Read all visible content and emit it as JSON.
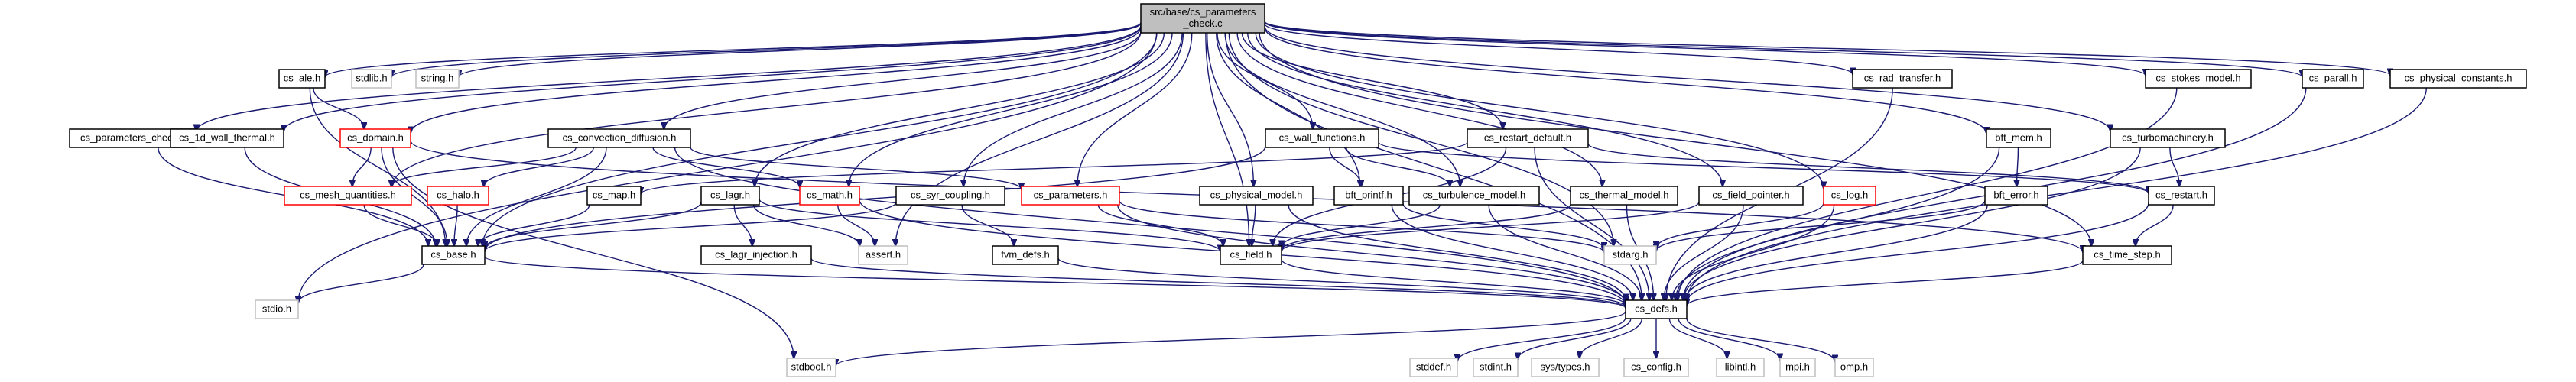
{
  "colors": {
    "edge": "#191970",
    "box_border_normal": "#000000",
    "box_border_red": "#ff0000",
    "box_border_system": "#bfbfbf",
    "box_fill": "#ffffff",
    "box_fill_root": "#bfbfbf",
    "text": "#000000"
  },
  "nodes": [
    {
      "id": "root",
      "label": "src/base/cs_parameters\n_check.c",
      "kind": "root"
    },
    {
      "id": "ale",
      "label": "cs_ale.h",
      "kind": "normal"
    },
    {
      "id": "stdlib",
      "label": "stdlib.h",
      "kind": "system"
    },
    {
      "id": "string",
      "label": "string.h",
      "kind": "system"
    },
    {
      "id": "param_check",
      "label": "cs_parameters_check.h",
      "kind": "normal"
    },
    {
      "id": "wall_thermal",
      "label": "cs_1d_wall_thermal.h",
      "kind": "normal"
    },
    {
      "id": "domain",
      "label": "cs_domain.h",
      "kind": "red"
    },
    {
      "id": "conv_diff",
      "label": "cs_convection_diffusion.h",
      "kind": "normal"
    },
    {
      "id": "wall_func",
      "label": "cs_wall_functions.h",
      "kind": "normal"
    },
    {
      "id": "restart_def",
      "label": "cs_restart_default.h",
      "kind": "normal"
    },
    {
      "id": "rad_transfer",
      "label": "cs_rad_transfer.h",
      "kind": "normal"
    },
    {
      "id": "bft_mem",
      "label": "bft_mem.h",
      "kind": "normal"
    },
    {
      "id": "turbomach",
      "label": "cs_turbomachinery.h",
      "kind": "normal"
    },
    {
      "id": "stokes",
      "label": "cs_stokes_model.h",
      "kind": "normal"
    },
    {
      "id": "parall",
      "label": "cs_parall.h",
      "kind": "normal"
    },
    {
      "id": "phys_const",
      "label": "cs_physical_constants.h",
      "kind": "normal"
    },
    {
      "id": "mesh_q",
      "label": "cs_mesh_quantities.h",
      "kind": "red"
    },
    {
      "id": "halo",
      "label": "cs_halo.h",
      "kind": "red"
    },
    {
      "id": "map",
      "label": "cs_map.h",
      "kind": "normal"
    },
    {
      "id": "lagr",
      "label": "cs_lagr.h",
      "kind": "normal"
    },
    {
      "id": "math",
      "label": "cs_math.h",
      "kind": "red"
    },
    {
      "id": "syr_coupling",
      "label": "cs_syr_coupling.h",
      "kind": "normal"
    },
    {
      "id": "parameters",
      "label": "cs_parameters.h",
      "kind": "red"
    },
    {
      "id": "phys_model",
      "label": "cs_physical_model.h",
      "kind": "normal"
    },
    {
      "id": "bft_printf",
      "label": "bft_printf.h",
      "kind": "normal"
    },
    {
      "id": "turb_model",
      "label": "cs_turbulence_model.h",
      "kind": "normal"
    },
    {
      "id": "thermal_model",
      "label": "cs_thermal_model.h",
      "kind": "normal"
    },
    {
      "id": "field_ptr",
      "label": "cs_field_pointer.h",
      "kind": "normal"
    },
    {
      "id": "log",
      "label": "cs_log.h",
      "kind": "red"
    },
    {
      "id": "bft_error",
      "label": "bft_error.h",
      "kind": "normal"
    },
    {
      "id": "restart",
      "label": "cs_restart.h",
      "kind": "normal"
    },
    {
      "id": "base",
      "label": "cs_base.h",
      "kind": "normal"
    },
    {
      "id": "lagr_inj",
      "label": "cs_lagr_injection.h",
      "kind": "normal"
    },
    {
      "id": "assert",
      "label": "assert.h",
      "kind": "system"
    },
    {
      "id": "fvm_defs",
      "label": "fvm_defs.h",
      "kind": "normal"
    },
    {
      "id": "field",
      "label": "cs_field.h",
      "kind": "normal"
    },
    {
      "id": "stdarg",
      "label": "stdarg.h",
      "kind": "system"
    },
    {
      "id": "time_step",
      "label": "cs_time_step.h",
      "kind": "normal"
    },
    {
      "id": "stdio",
      "label": "stdio.h",
      "kind": "system"
    },
    {
      "id": "defs",
      "label": "cs_defs.h",
      "kind": "normal"
    },
    {
      "id": "stdbool",
      "label": "stdbool.h",
      "kind": "system"
    },
    {
      "id": "stddef",
      "label": "stddef.h",
      "kind": "system"
    },
    {
      "id": "stdint",
      "label": "stdint.h",
      "kind": "system"
    },
    {
      "id": "systypes",
      "label": "sys/types.h",
      "kind": "system"
    },
    {
      "id": "config",
      "label": "cs_config.h",
      "kind": "system"
    },
    {
      "id": "libintl",
      "label": "libintl.h",
      "kind": "system"
    },
    {
      "id": "mpi",
      "label": "mpi.h",
      "kind": "system"
    },
    {
      "id": "omp",
      "label": "omp.h",
      "kind": "system"
    }
  ],
  "edges": [
    [
      "root",
      "ale"
    ],
    [
      "root",
      "stdlib"
    ],
    [
      "root",
      "string"
    ],
    [
      "root",
      "param_check"
    ],
    [
      "root",
      "wall_thermal"
    ],
    [
      "root",
      "domain"
    ],
    [
      "root",
      "conv_diff"
    ],
    [
      "root",
      "wall_func"
    ],
    [
      "root",
      "restart_def"
    ],
    [
      "root",
      "rad_transfer"
    ],
    [
      "root",
      "bft_mem"
    ],
    [
      "root",
      "turbomach"
    ],
    [
      "root",
      "stokes"
    ],
    [
      "root",
      "parall"
    ],
    [
      "root",
      "phys_const"
    ],
    [
      "root",
      "mesh_q"
    ],
    [
      "root",
      "lagr"
    ],
    [
      "root",
      "math"
    ],
    [
      "root",
      "syr_coupling"
    ],
    [
      "root",
      "parameters"
    ],
    [
      "root",
      "phys_model"
    ],
    [
      "root",
      "bft_printf"
    ],
    [
      "root",
      "turb_model"
    ],
    [
      "root",
      "thermal_model"
    ],
    [
      "root",
      "field_ptr"
    ],
    [
      "root",
      "log"
    ],
    [
      "root",
      "base"
    ],
    [
      "root",
      "assert"
    ],
    [
      "root",
      "field"
    ],
    [
      "root",
      "stdarg"
    ],
    [
      "root",
      "time_step"
    ],
    [
      "root",
      "stdio"
    ],
    [
      "root",
      "defs"
    ],
    [
      "ale",
      "domain"
    ],
    [
      "ale",
      "base"
    ],
    [
      "param_check",
      "base"
    ],
    [
      "wall_thermal",
      "base"
    ],
    [
      "domain",
      "mesh_q"
    ],
    [
      "domain",
      "base"
    ],
    [
      "domain",
      "stdbool"
    ],
    [
      "domain",
      "time_step"
    ],
    [
      "conv_diff",
      "halo"
    ],
    [
      "conv_diff",
      "mesh_q"
    ],
    [
      "conv_diff",
      "math"
    ],
    [
      "conv_diff",
      "parameters"
    ],
    [
      "conv_diff",
      "base"
    ],
    [
      "conv_diff",
      "defs"
    ],
    [
      "wall_func",
      "base"
    ],
    [
      "wall_func",
      "bft_printf"
    ],
    [
      "wall_func",
      "turb_model"
    ],
    [
      "wall_func",
      "restart"
    ],
    [
      "restart_def",
      "map"
    ],
    [
      "restart_def",
      "field"
    ],
    [
      "restart_def",
      "defs"
    ],
    [
      "restart_def",
      "restart"
    ],
    [
      "rad_transfer",
      "defs"
    ],
    [
      "bft_mem",
      "bft_error"
    ],
    [
      "bft_mem",
      "defs"
    ],
    [
      "turbomach",
      "restart"
    ],
    [
      "turbomach",
      "defs"
    ],
    [
      "stokes",
      "defs"
    ],
    [
      "parall",
      "defs"
    ],
    [
      "phys_const",
      "defs"
    ],
    [
      "mesh_q",
      "base"
    ],
    [
      "halo",
      "base"
    ],
    [
      "map",
      "base"
    ],
    [
      "lagr",
      "base"
    ],
    [
      "lagr",
      "lagr_inj"
    ],
    [
      "lagr",
      "assert"
    ],
    [
      "lagr",
      "field"
    ],
    [
      "math",
      "assert"
    ],
    [
      "math",
      "defs"
    ],
    [
      "syr_coupling",
      "base"
    ],
    [
      "syr_coupling",
      "fvm_defs"
    ],
    [
      "parameters",
      "field"
    ],
    [
      "parameters",
      "defs"
    ],
    [
      "parameters",
      "stdarg"
    ],
    [
      "phys_model",
      "field"
    ],
    [
      "phys_model",
      "defs"
    ],
    [
      "bft_printf",
      "stdarg"
    ],
    [
      "bft_printf",
      "defs"
    ],
    [
      "turb_model",
      "field"
    ],
    [
      "turb_model",
      "defs"
    ],
    [
      "thermal_model",
      "field"
    ],
    [
      "thermal_model",
      "defs"
    ],
    [
      "field_ptr",
      "field"
    ],
    [
      "field_ptr",
      "defs"
    ],
    [
      "log",
      "stdarg"
    ],
    [
      "log",
      "defs"
    ],
    [
      "bft_error",
      "stdarg"
    ],
    [
      "bft_error",
      "defs"
    ],
    [
      "restart",
      "time_step"
    ],
    [
      "restart",
      "defs"
    ],
    [
      "base",
      "stdio"
    ],
    [
      "base",
      "defs"
    ],
    [
      "lagr_inj",
      "defs"
    ],
    [
      "fvm_defs",
      "defs"
    ],
    [
      "field",
      "defs"
    ],
    [
      "time_step",
      "defs"
    ],
    [
      "defs",
      "stdbool"
    ],
    [
      "defs",
      "stddef"
    ],
    [
      "defs",
      "stdint"
    ],
    [
      "defs",
      "systypes"
    ],
    [
      "defs",
      "config"
    ],
    [
      "defs",
      "libintl"
    ],
    [
      "defs",
      "mpi"
    ],
    [
      "defs",
      "omp"
    ]
  ]
}
